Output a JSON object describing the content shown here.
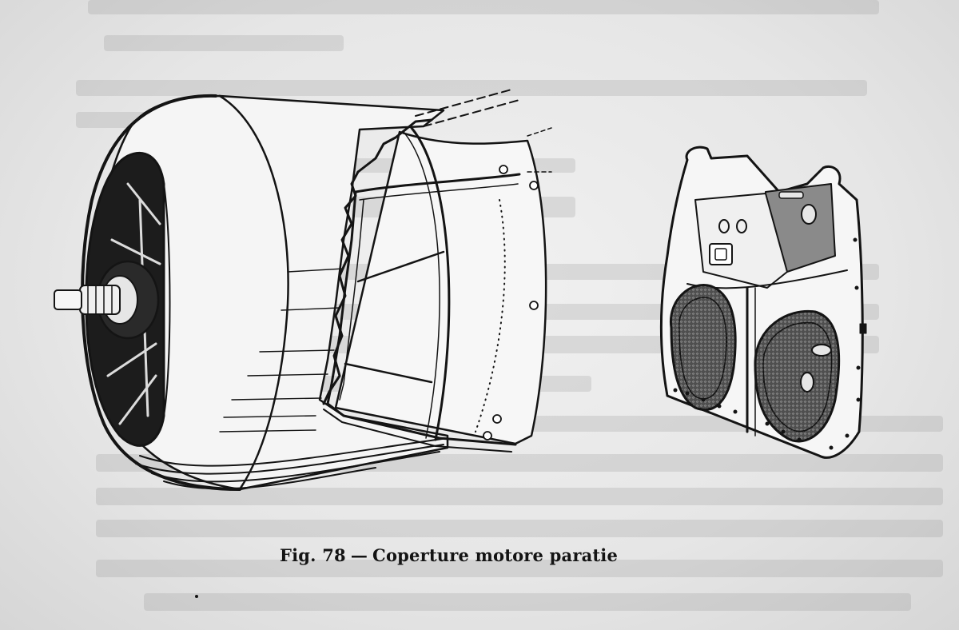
{
  "figure": {
    "caption_label": "Fig. 78",
    "caption_separator": "—",
    "caption_text": "Coperture motore paratie"
  },
  "parts": [
    {
      "name": "engine-cowling",
      "description_shown": false
    },
    {
      "name": "firewall-bulkhead",
      "description_shown": false
    }
  ],
  "colors": {
    "paper": "#e9e9e9",
    "ink": "#141414",
    "bleed_through": "#9a9a9a"
  }
}
